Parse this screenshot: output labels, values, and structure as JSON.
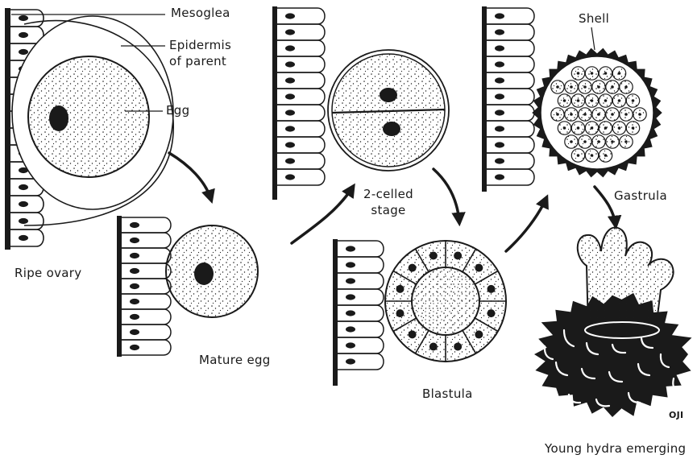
{
  "labels": {
    "mesoglea": "Mesoglea",
    "epidermis_line1": "Epidermis",
    "epidermis_line2": "of parent",
    "egg": "Egg",
    "ripe_ovary": "Ripe ovary",
    "mature_egg": "Mature egg",
    "two_celled_line1": "2-celled",
    "two_celled_line2": "stage",
    "blastula": "Blastula",
    "shell": "Shell",
    "gastrula": "Gastrula",
    "young_hydra": "Young hydra emerging",
    "signature": "OJI"
  },
  "colors": {
    "ink": "#1a1a1a",
    "paper": "#ffffff"
  },
  "stages": [
    "Ripe ovary",
    "Mature egg",
    "2-celled stage",
    "Blastula",
    "Gastrula",
    "Young hydra emerging"
  ]
}
